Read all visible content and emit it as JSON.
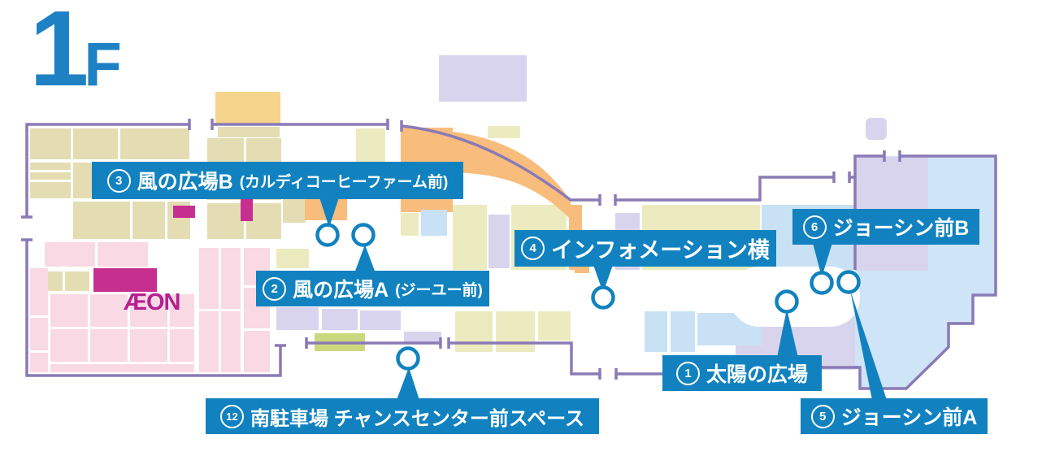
{
  "floor": {
    "number": "1",
    "suffix": "F"
  },
  "store": {
    "aeon_logo": "ÆON"
  },
  "labels": [
    {
      "number": "3",
      "name": "風の広場B",
      "note": "(カルディコーヒーファーム前)"
    },
    {
      "number": "2",
      "name": "風の広場A",
      "note": "(ジーユー前)"
    },
    {
      "number": "4",
      "name": "インフォメーション横"
    },
    {
      "number": "6",
      "name": "ジョーシン前B"
    },
    {
      "number": "1",
      "name": "太陽の広場"
    },
    {
      "number": "5",
      "name": "ジョーシン前A"
    },
    {
      "number": "12",
      "name": "南駐車場 チャンスセンター前スペース"
    }
  ],
  "palette": {
    "label_bg": "#1182bf",
    "floor_text": "#1e81c4",
    "map_outline": "#8a7ab6",
    "marker_ring": "#1182bf",
    "aeon_magenta": "#b5208f",
    "accent_magenta": "#c62f90",
    "block_khaki": "#e4ddb4",
    "block_pink": "#f8d9e4",
    "block_orange": "#f8bd7c",
    "block_pale_yellow": "#ebebbf",
    "block_lavender": "#d9d4ed",
    "block_light_blue": "#c9e1f5",
    "block_sky": "#cfe4f7",
    "block_yellow": "#f6d48c",
    "block_green": "#ccd87e"
  }
}
